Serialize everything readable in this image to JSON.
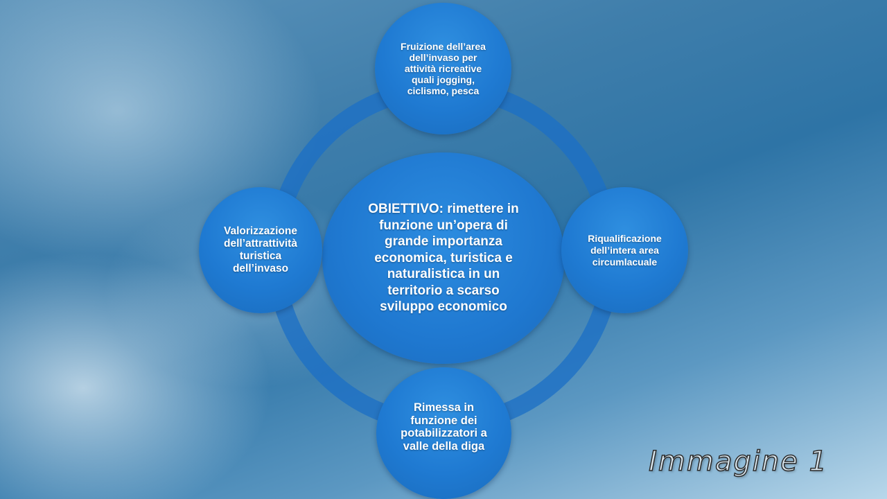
{
  "diagram": {
    "center": "OBIETTIVO: rimettere in funzione un’opera di grande importanza economica, turistica e naturalistica in un territorio a scarso sviluppo economico",
    "nodes": {
      "top": "Fruizione dell’area dell’invaso per attività ricreative quali jogging, ciclismo, pesca",
      "right": "Riqualificazione dell’intera area circumlacuale",
      "bottom": "Rimessa in funzione dei potabilizzatori a valle della diga",
      "left": "Valorizzazione dell’attrattività turistica dell’invaso"
    }
  },
  "caption": "Immagine 1",
  "colors": {
    "circle_fill": "#1f7ad2",
    "ring": "#1c6fc5",
    "caption_text": "#d9e6ee"
  }
}
